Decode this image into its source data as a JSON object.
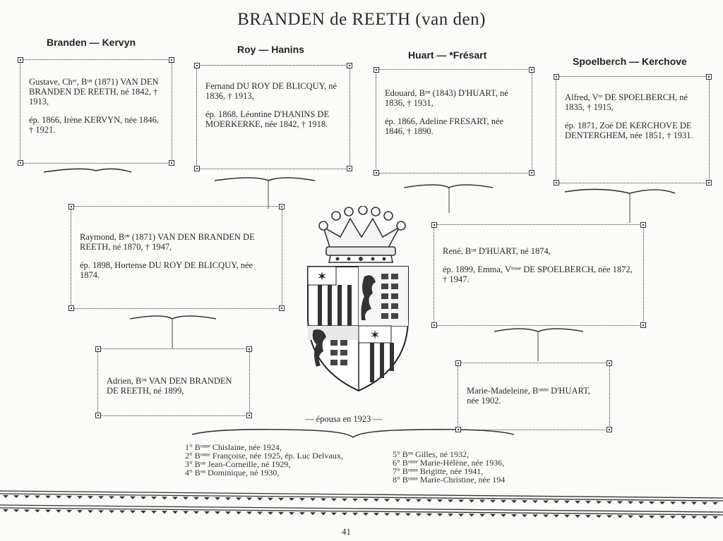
{
  "title": "BRANDEN de REETH (van den)",
  "headers": {
    "branden": "Branden — Kervyn",
    "roy": "Roy — Hanins",
    "huart": "Huart — *Frésart",
    "spoelberch": "Spoelberch — Kerchove"
  },
  "boxes": {
    "gustave": {
      "p1": "Gustave, Chᵉʳ, Bᵒⁿ (1871) VAN DEN BRANDEN DE REETH, né 1842, † 1913,",
      "p2": "ép. 1866, Irène KERVYN, née 1846, † 1921."
    },
    "fernand": {
      "p1": "Fernand DU ROY DE BLICQUY, né 1836, † 1913,",
      "p2": "ép. 1868, Léontine D'HANINS DE MOERKERKE, née 1842, † 1918."
    },
    "edouard": {
      "p1": "Edouard, Bᵒⁿ (1843) D'HUART, né 1836, † 1931,",
      "p2": "ép. 1866, Adeline FRESART, née 1846, † 1890."
    },
    "alfred": {
      "p1": "Alfred, Vᵗᵉ DE SPOELBERCH, né 1835, † 1915,",
      "p2": "ép. 1871, Zoé DE KERCHOVE DE DENTERGHEM, née 1851, † 1931."
    },
    "raymond": {
      "p1": "Raymond, Bᵒⁿ (1871) VAN DEN BRANDEN DE REETH, né 1870, † 1947,",
      "p2": "ép. 1898, Hortense DU ROY DE BLICQUY, née 1874."
    },
    "rene": {
      "p1": "René, Bᵒⁿ D'HUART, né 1874,",
      "p2": "ép. 1899, Emma, Vᵗᵉˢˢᵉ DE SPOELBERCH, née 1872, † 1947."
    },
    "adrien": {
      "p1": "Adrien, Bᵒⁿ VAN DEN BRANDEN DE REETH, né 1899,"
    },
    "mariemadeleine": {
      "p1": "Marie-Madeleine, Bᵒⁿⁿᵉ D'HUART, née 1902."
    }
  },
  "marriage": "— épousa en 1923 —",
  "children_left": [
    "1° Bᵒⁿⁿᵉ Chislaine, née 1924,",
    "2° Bᵒⁿⁿᵉ Françoise, née 1925, ép. Luc Delvaux,",
    "3° Bᵒⁿ Jean-Corneille, né 1929,",
    "4° Bᵒⁿ Dominique, né 1930,"
  ],
  "children_right": [
    "5° Bᵒⁿ Gilles, né 1932,",
    "6° Bᵒⁿⁿᵉ Marie-Hélène, née 1936,",
    "7° Bᵒⁿⁿᵉ Brigitte, née 1941,",
    "8° Bᵒⁿⁿᵉ Marie-Christine, née 194"
  ],
  "page_number": "41",
  "colors": {
    "ink": "#2a2a2a",
    "paper": "#fbfbf9"
  }
}
